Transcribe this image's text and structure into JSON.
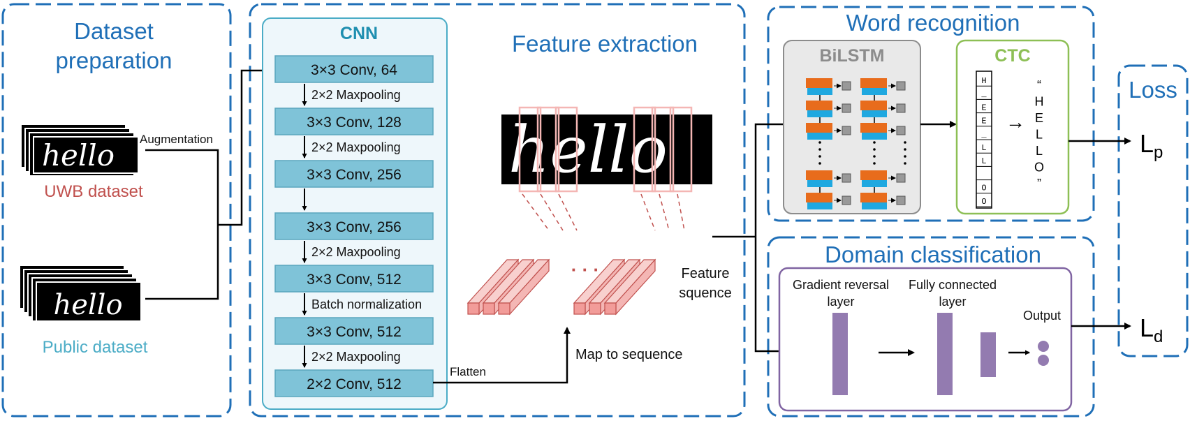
{
  "sections": {
    "dataset_preparation": {
      "title_line1": "Dataset",
      "title_line2": "preparation",
      "augmentation": "Augmentation",
      "uwb_dataset": "UWB dataset",
      "public_dataset": "Public dataset",
      "sample_word": "hello"
    },
    "feature_extraction": {
      "title": "Feature extraction",
      "cnn_title": "CNN",
      "cnn_layers": [
        "3×3 Conv, 64",
        "3×3 Conv, 128",
        "3×3 Conv, 256",
        "3×3 Conv, 256",
        "3×3 Conv, 512",
        "3×3 Conv, 512",
        "2×2 Conv, 512"
      ],
      "cnn_steps": [
        "2×2 Maxpooling",
        "2×2 Maxpooling",
        "",
        "2×2 Maxpooling",
        "Batch normalization",
        "2×2 Maxpooling"
      ],
      "flatten": "Flatten",
      "map_to_sequence": "Map to sequence",
      "feature_sequence_line1": "Feature",
      "feature_sequence_line2": "squence",
      "ellipsis": "· · ·"
    },
    "word_recognition": {
      "title": "Word recognition",
      "bilstm": "BiLSTM",
      "ctc": "CTC",
      "ctc_chars": [
        "H",
        "_",
        "E",
        "E",
        "_",
        "L",
        "L",
        "",
        "O",
        "O"
      ],
      "output_chars": [
        "“",
        "H",
        "E",
        "L",
        "L",
        "O",
        "”"
      ],
      "arrow": "→"
    },
    "domain_classification": {
      "title": "Domain classification",
      "grl_line1": "Gradient reversal",
      "grl_line2": "layer",
      "fc_line1": "Fully connected",
      "fc_line2": "layer",
      "output": "Output"
    },
    "loss": {
      "title": "Loss",
      "lp_main": "L",
      "lp_sub": "p",
      "ld_main": "L",
      "ld_sub": "d"
    }
  },
  "colors": {
    "section_border": "#1f6fb7",
    "cnn_box": "#7fc3d8",
    "cnn_panel": "#eef7fb",
    "uwb_label": "#c0504d",
    "public_label": "#4bacc6",
    "bilstm_orange": "#e86c1c",
    "bilstm_blue": "#1fa8e0",
    "ctc_green": "#8dbf55",
    "domain_purple": "#8064a2",
    "feature_red": "#f4b6b4"
  }
}
